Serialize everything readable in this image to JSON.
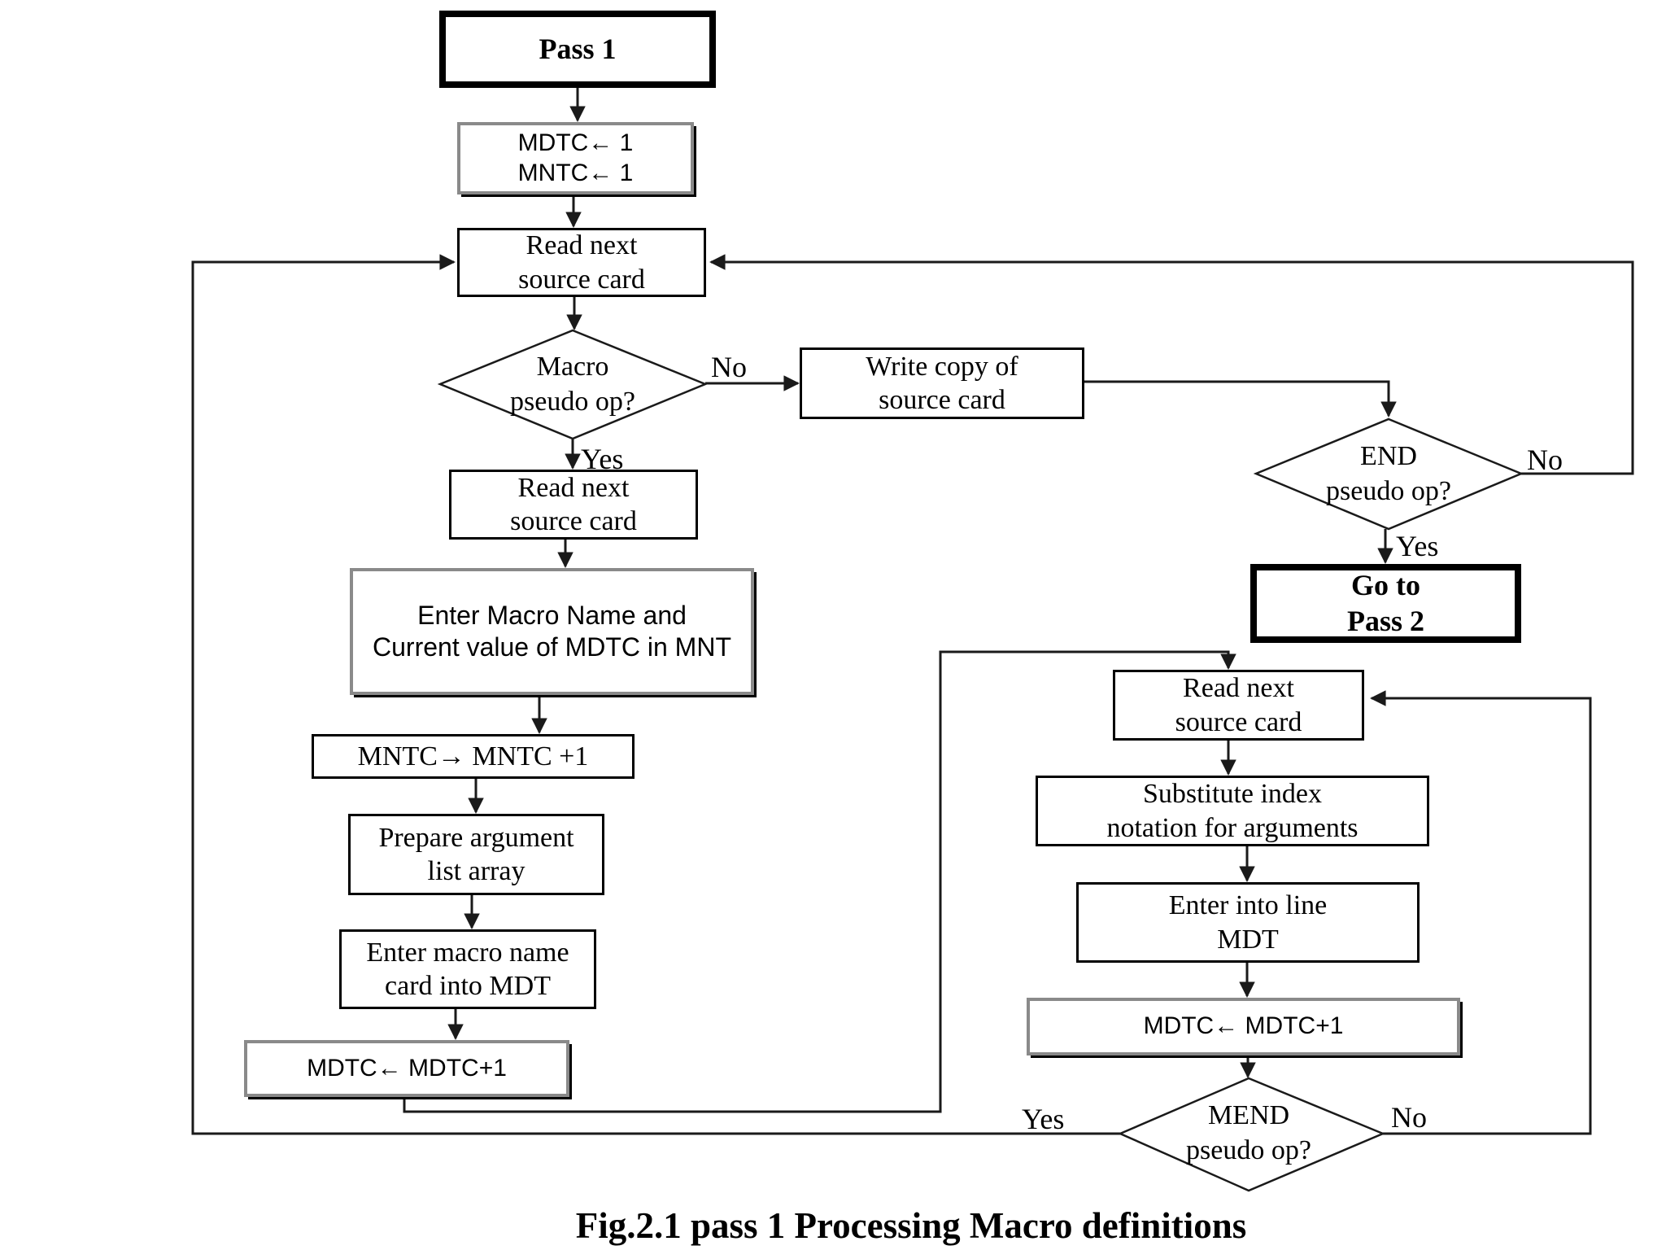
{
  "caption": "Fig.2.1  pass 1 Processing Macro definitions",
  "nodes": {
    "pass1": {
      "line1": "Pass 1"
    },
    "init": {
      "line1": "MDTC← 1",
      "line2": "MNTC← 1"
    },
    "read1": {
      "line1": "Read next",
      "line2": "source card"
    },
    "macroq": {
      "line1": "Macro",
      "line2": "pseudo op?"
    },
    "writecopy": {
      "line1": "Write copy of",
      "line2": "source card"
    },
    "read2": {
      "line1": "Read next",
      "line2": "source card"
    },
    "entermnt": {
      "line1": "Enter Macro Name and",
      "line2": "Current value of MDTC in MNT"
    },
    "mntc": {
      "line1": "MNTC→  MNTC +1"
    },
    "prepare": {
      "line1": "Prepare argument",
      "line2": "list array"
    },
    "entermdt": {
      "line1": "Enter macro name",
      "line2": "card into MDT"
    },
    "mdtc1": {
      "line1": "MDTC← MDTC+1"
    },
    "endq": {
      "line1": "END",
      "line2": "pseudo op?"
    },
    "gopass2": {
      "line1": "Go to",
      "line2": "Pass 2"
    },
    "read3": {
      "line1": "Read next",
      "line2": "source card"
    },
    "subst": {
      "line1": "Substitute index",
      "line2": "notation for arguments"
    },
    "enterline": {
      "line1": "Enter into line",
      "line2": "MDT"
    },
    "mdtc2": {
      "line1": "MDTC← MDTC+1"
    },
    "mendq": {
      "line1": "MEND",
      "line2": "pseudo op?"
    }
  },
  "edge_labels": {
    "macro_no": "No",
    "macro_yes": "Yes",
    "end_no": "No",
    "end_yes": "Yes",
    "mend_yes": "Yes",
    "mend_no": "No"
  },
  "colors": {
    "line": "#1a1a1a",
    "gray_border": "#8a8a8a",
    "node_border": "#000000"
  }
}
